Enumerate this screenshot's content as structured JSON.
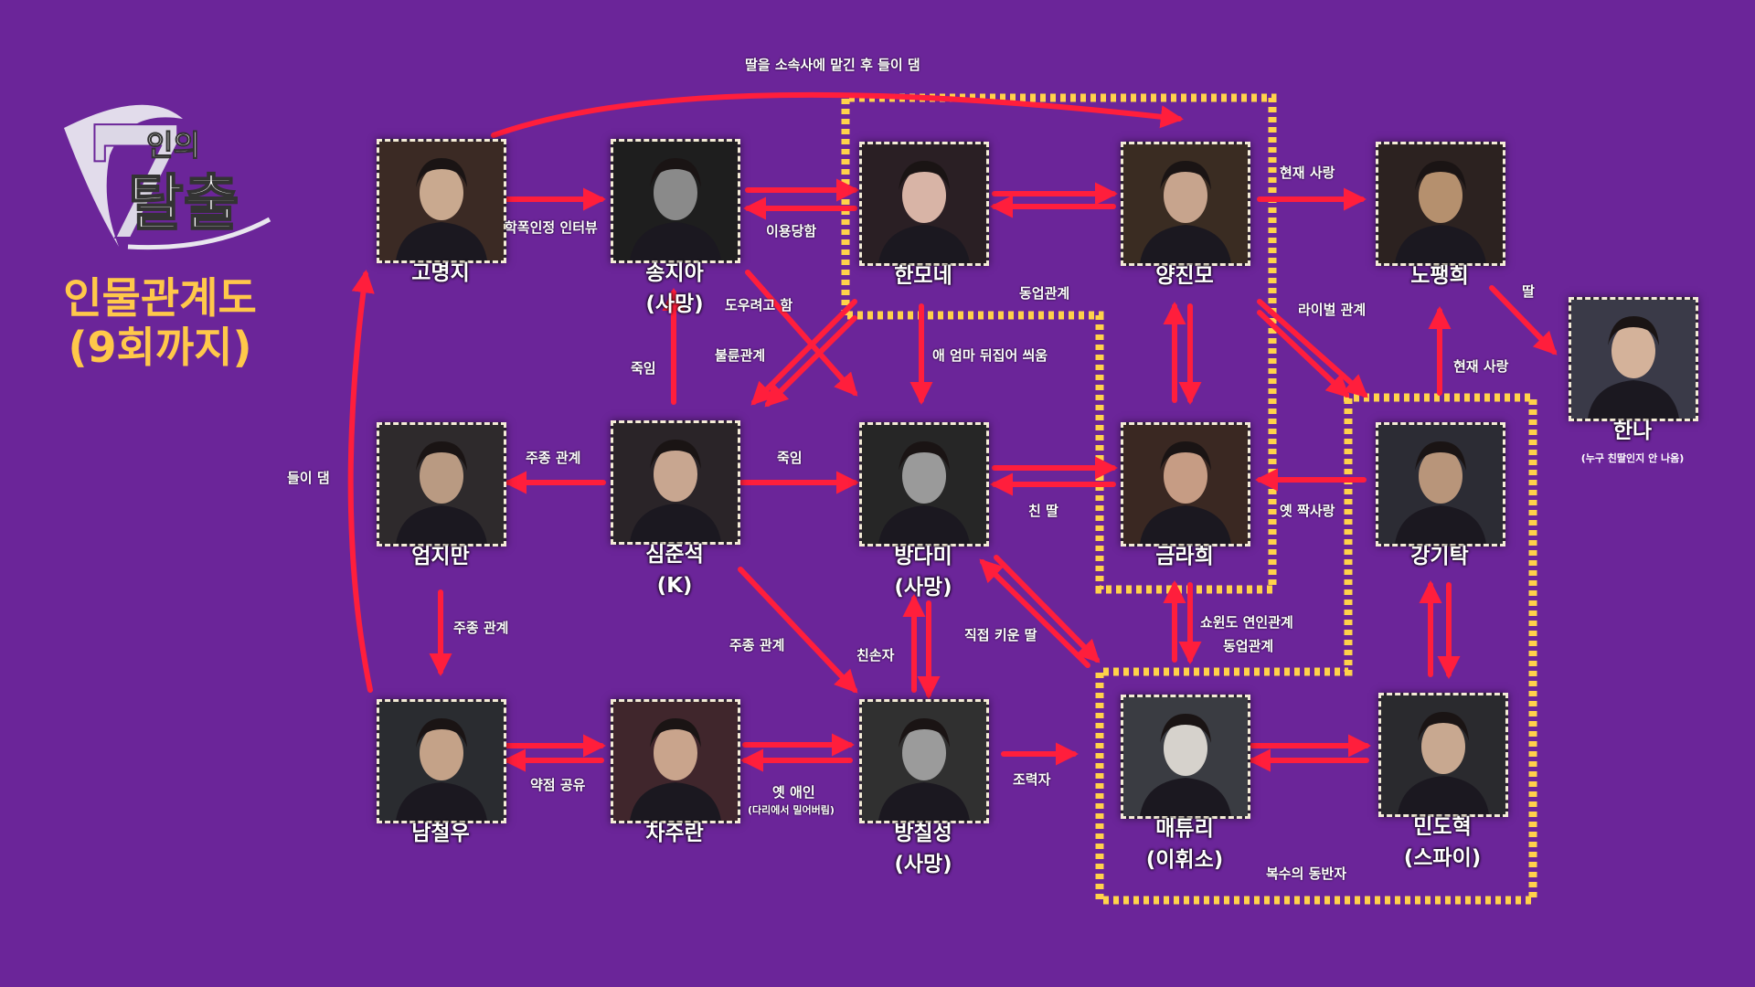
{
  "title": {
    "line1": "인물관계도",
    "line2": "(9회까지)"
  },
  "logo": {
    "text_number": "7",
    "text_small": "인의",
    "text_main": "탈출"
  },
  "colors": {
    "background": "#6b2599",
    "arrow": "#ff1e3c",
    "accent": "#ffc84a",
    "box": "#ffd24a"
  },
  "characters": [
    {
      "id": "gomyeongji",
      "name": "고명지",
      "note": ""
    },
    {
      "id": "songjia",
      "name": "송지아",
      "note": "(사망)"
    },
    {
      "id": "hanmone",
      "name": "한모네",
      "note": ""
    },
    {
      "id": "yangjinmo",
      "name": "양진모",
      "note": ""
    },
    {
      "id": "nopaenghui",
      "name": "노팽희",
      "note": ""
    },
    {
      "id": "hanna",
      "name": "한나",
      "note": "(누구 친딸인지 안 나옴)"
    },
    {
      "id": "eomjiman",
      "name": "엄지만",
      "note": ""
    },
    {
      "id": "simjunseok",
      "name": "심준석",
      "note": "(K)"
    },
    {
      "id": "bangdami",
      "name": "방다미",
      "note": "(사망)"
    },
    {
      "id": "geumrahui",
      "name": "금라희",
      "note": ""
    },
    {
      "id": "gangkitak",
      "name": "강기탁",
      "note": ""
    },
    {
      "id": "namcheolwoo",
      "name": "남철우",
      "note": ""
    },
    {
      "id": "chajuran",
      "name": "차주란",
      "note": ""
    },
    {
      "id": "bangchilseong",
      "name": "방칠성",
      "note": "(사망)"
    },
    {
      "id": "maetyuri",
      "name": "매튜리",
      "note": "(이휘소)"
    },
    {
      "id": "mindohyeok",
      "name": "민도혁",
      "note": "(스파이)"
    }
  ],
  "relations": [
    "딸을 소속사에 맡긴 후 들이 댐",
    "학폭인정 인터뷰",
    "이용당함",
    "현재 사랑",
    "딸",
    "도우려고 함",
    "동업관계",
    "라이벌 관계",
    "현재 사랑",
    "죽임",
    "불륜관계",
    "애 엄마 뒤집어 씌움",
    "들이 댐",
    "주종 관계",
    "죽임",
    "친 딸",
    "옛 짝사랑",
    "주종 관계",
    "주종 관계",
    "친손자",
    "직접 키운 딸",
    "쇼윈도 연인관계",
    "동업관계",
    "약점 공유",
    "옛 애인",
    "(다리에서 밀어버림)",
    "조력자",
    "복수의 동반자"
  ]
}
